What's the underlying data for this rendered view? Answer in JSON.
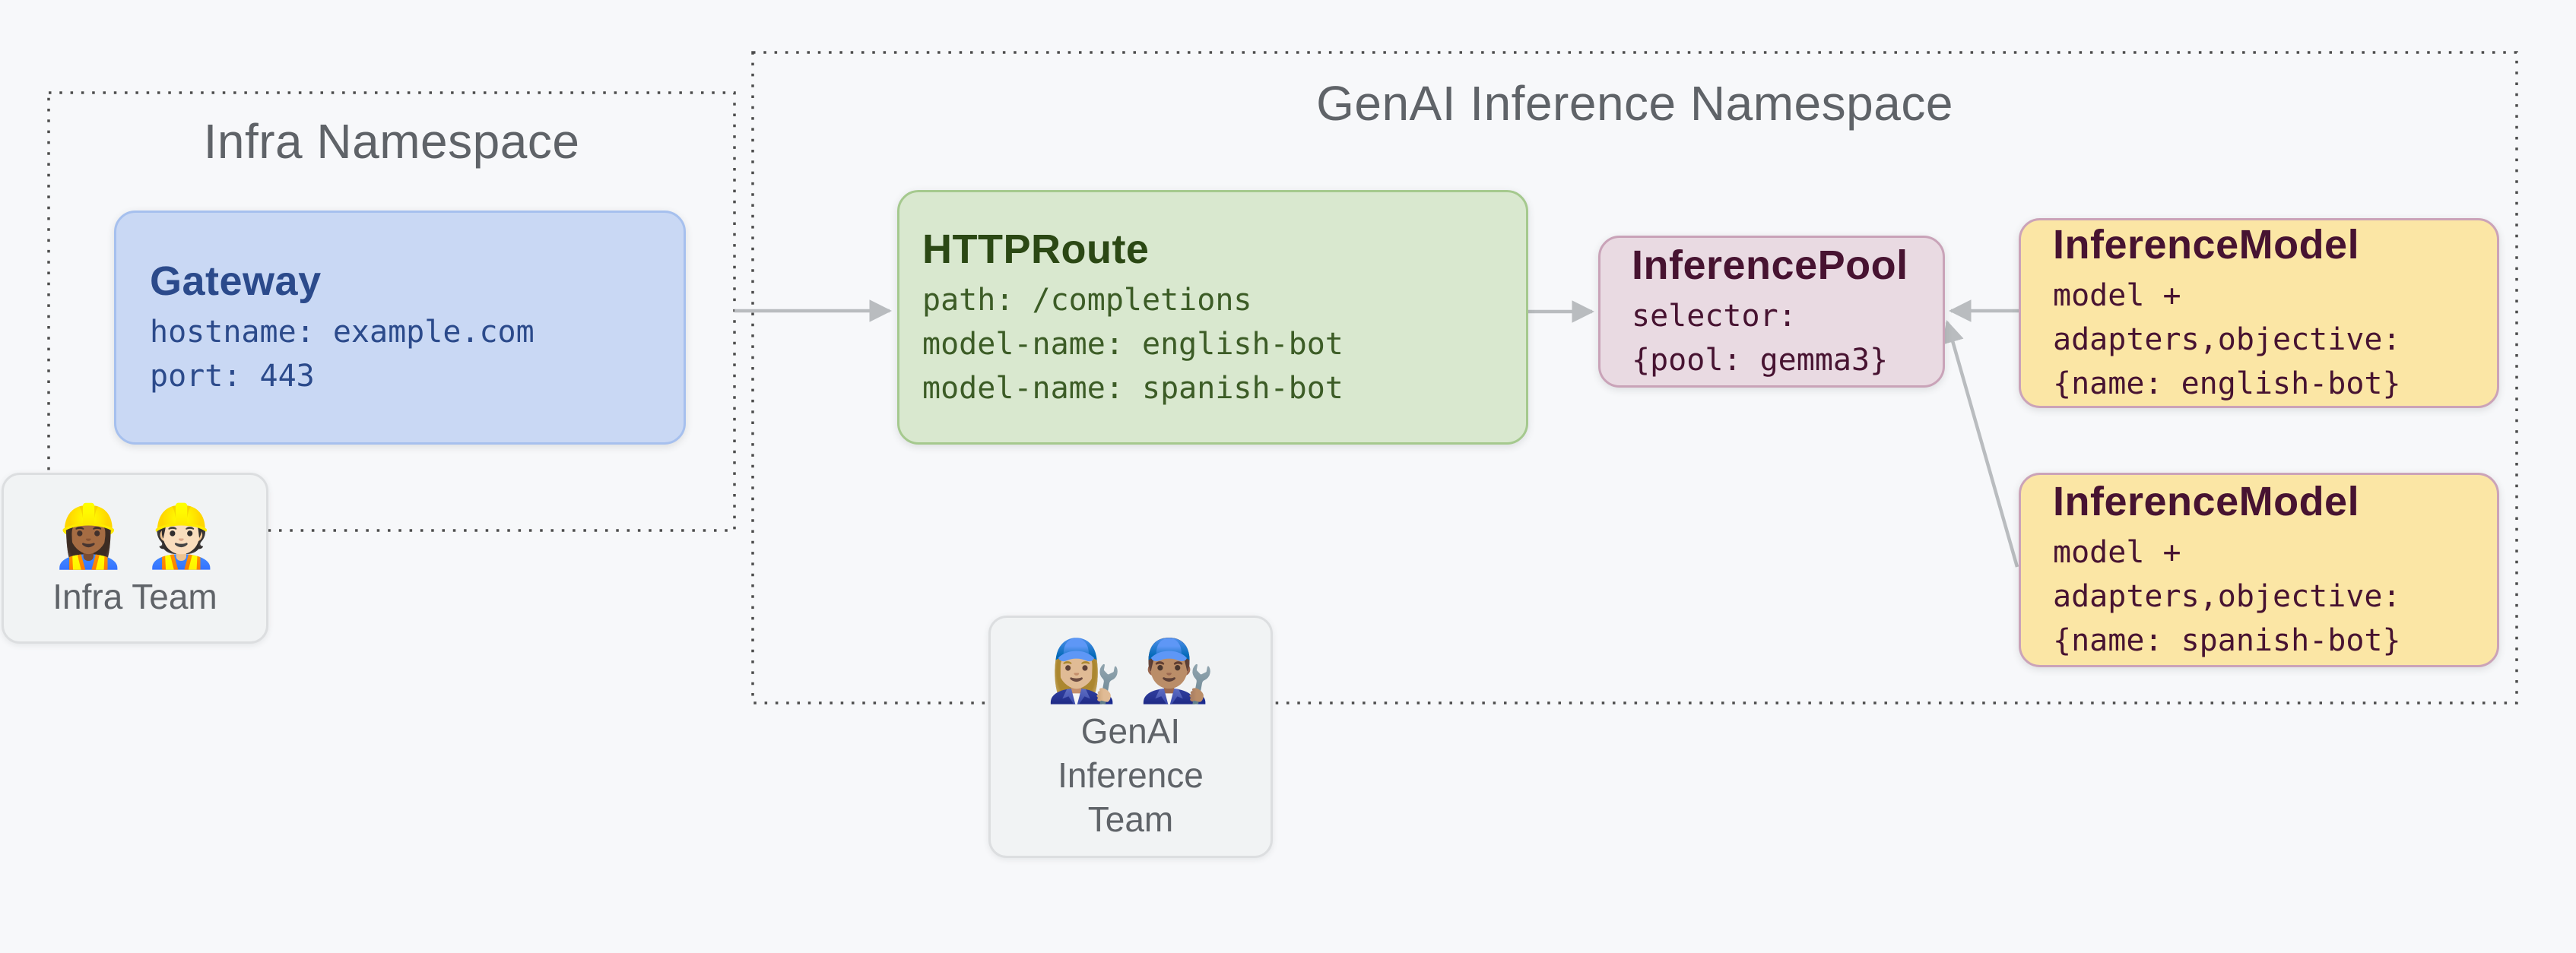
{
  "namespaces": {
    "infra": {
      "title": "Infra Namespace"
    },
    "genai": {
      "title": "GenAI Inference Namespace"
    }
  },
  "nodes": {
    "gateway": {
      "title": "Gateway",
      "lines": [
        "hostname: example.com",
        "port: 443"
      ],
      "fill": "#c9d8f4",
      "border": "#a6c0ee",
      "text_color": "#2b4a8b"
    },
    "httproute": {
      "title": "HTTPRoute",
      "lines": [
        "path: /completions",
        "model-name: english-bot",
        "model-name: spanish-bot"
      ],
      "fill": "#d9e8cf",
      "border": "#a5c98e",
      "text_color": "#3c5c26"
    },
    "inference_pool": {
      "title": "InferencePool",
      "lines": [
        "selector:",
        "{pool: gemma3}"
      ],
      "fill": "#e9dae2",
      "border": "#c9a3b8",
      "text_color": "#471331"
    },
    "inference_model_english": {
      "title": "InferenceModel",
      "lines": [
        "model +",
        "adapters,objective:",
        "{name: english-bot}"
      ],
      "fill": "#fbe6a5",
      "border": "#cba3b8",
      "text_color": "#471331"
    },
    "inference_model_spanish": {
      "title": "InferenceModel",
      "lines": [
        "model +",
        "adapters,objective:",
        "{name: spanish-bot}"
      ],
      "fill": "#fbe6a5",
      "border": "#cba3b8",
      "text_color": "#471331"
    }
  },
  "teams": {
    "infra": {
      "emojis": "👷🏾‍♀️ 👷🏻",
      "label": "Infra Team"
    },
    "genai": {
      "emojis": "👩🏼‍🔧 👨🏽‍🔧",
      "label_lines": [
        "GenAI",
        "Inference",
        "Team"
      ]
    }
  },
  "connectors": {
    "arrow_color": "#b9bcbf",
    "namespace_border_color": "#4d4d4d"
  }
}
